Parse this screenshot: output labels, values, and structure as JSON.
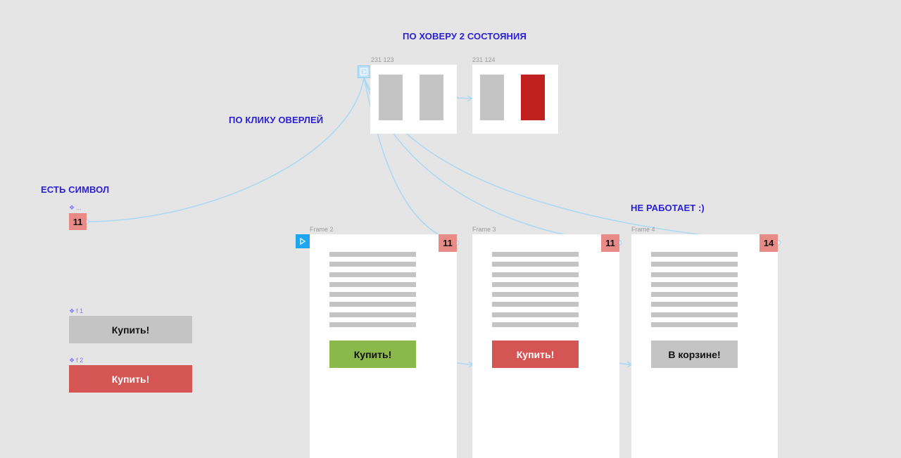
{
  "notes": {
    "hover_states": "ПО ХОВЕРУ 2 СОСТОЯНИЯ",
    "click_overlay": "ПО КЛИКУ ОВЕРЛЕЙ",
    "has_symbol": "ЕСТЬ СИМВОЛ",
    "not_working": "НЕ РАБОТАЕТ :)"
  },
  "overlay_frames": [
    {
      "label": "231 123"
    },
    {
      "label": "231 124"
    }
  ],
  "symbol": {
    "label": "...",
    "badge": "11"
  },
  "components": [
    {
      "label": "f 1",
      "button_text": "Купить!",
      "color": "#c4c4c4",
      "text_color": "#111111"
    },
    {
      "label": "f 2",
      "button_text": "Купить!",
      "color": "#d45553",
      "text_color": "#ffffff"
    }
  ],
  "frames": [
    {
      "label": "Frame 2",
      "badge": "11",
      "button_text": "Купить!",
      "button_color": "#8ab84a",
      "button_text_color": "#111111"
    },
    {
      "label": "Frame 3",
      "badge": "11",
      "button_text": "Купить!",
      "button_color": "#d45553",
      "button_text_color": "#ffffff"
    },
    {
      "label": "Frame 4",
      "badge": "14",
      "button_text": "В корзине!",
      "button_color": "#c4c4c4",
      "button_text_color": "#111111"
    }
  ],
  "colors": {
    "canvas": "#e5e5e5",
    "note_text": "#2a1fd6",
    "badge": "#e88a86",
    "wire": "#a9d8f5",
    "accent_red": "#c0201f"
  },
  "icons": {
    "start": "play-icon",
    "hover_trigger": "hover-overlay-icon",
    "component": "component-icon"
  }
}
